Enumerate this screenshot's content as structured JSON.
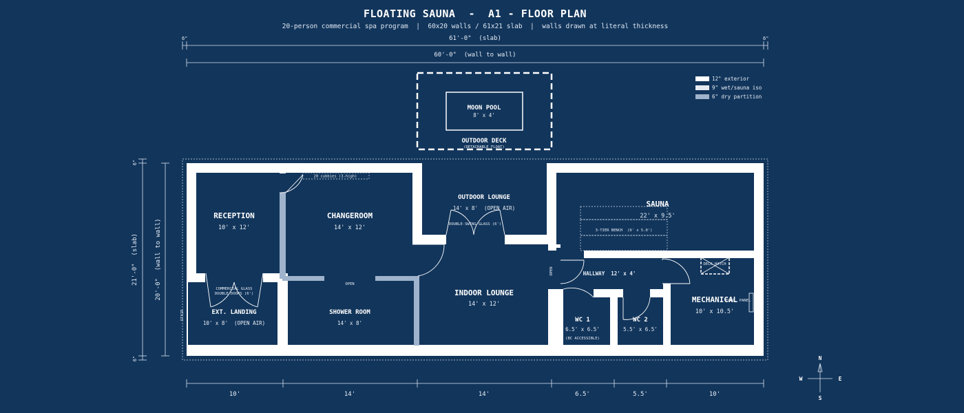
{
  "title": "FLOATING SAUNA  -  A1 - FLOOR PLAN",
  "subtitle": "20-person commercial spa program  |  60x20 walls / 61x21 slab  |  walls drawn at literal thickness",
  "dims": {
    "top_slab": "61'-0\"  (slab)",
    "top_wall": "60'-0\"  (wall to wall)",
    "offset_6": "6\"",
    "side_slab": "21'-0\"  (slab)",
    "side_wall": "20'-0\"  (wall to wall)",
    "bottom": [
      "10'",
      "14'",
      "14'",
      "6.5'",
      "5.5'",
      "10'"
    ]
  },
  "legend": [
    {
      "label": "12\" exterior",
      "color": "#ffffff"
    },
    {
      "label": "9\" wet/sauna iso",
      "color": "#e6ebf2"
    },
    {
      "label": "6\" dry partition",
      "color": "#9fb3cc"
    }
  ],
  "rooms": {
    "moon_pool": {
      "name": "MOON POOL",
      "dim": "8' x 4'"
    },
    "outdoor_deck": {
      "name": "OUTDOOR DECK",
      "note": "(DETACHABLE FLOAT)"
    },
    "reception": {
      "name": "RECEPTION",
      "dim": "10' x 12'"
    },
    "changeroom": {
      "name": "CHANGEROOM",
      "dim": "14' x 12'"
    },
    "outdoor_lounge": {
      "name": "OUTDOOR LOUNGE",
      "dim": "14' x 8'  (OPEN AIR)"
    },
    "sauna": {
      "name": "SAUNA",
      "dim": "22' x 9.5'"
    },
    "ext_landing": {
      "name": "EXT. LANDING",
      "dim": "10' x 8'  (OPEN AIR)"
    },
    "shower_room": {
      "name": "SHOWER ROOM",
      "dim": "14' x 8'"
    },
    "indoor_lounge": {
      "name": "INDOOR LOUNGE",
      "dim": "14' x 12'"
    },
    "hallway": {
      "name": "HALLWAY  12' x 4'"
    },
    "wc1": {
      "name": "WC 1",
      "dim": "6.5' x 6.5'",
      "note": "(BC ACCESSIBLE)"
    },
    "wc2": {
      "name": "WC 2",
      "dim": "5.5' x 6.5'"
    },
    "mechanical": {
      "name": "MECHANICAL",
      "dim": "10' x 10.5'"
    }
  },
  "annotations": {
    "cubbies": "20 cubbies (3-high)",
    "commercial_glass": "COMMERCIAL GLASS",
    "double_doors": "DOUBLE DOORS (6')",
    "double_swing": "DOUBLE-SWING GLASS (6')",
    "bench": "3-TIER BENCH  (9' x 5.0')",
    "open": "OPEN",
    "open_vertical": "OPEN",
    "deck_hatch": "DECK HATCH",
    "elec_panel": "ELEC. PANEL",
    "stair": "STAIR"
  },
  "compass": {
    "n": "N",
    "s": "S",
    "e": "E",
    "w": "W"
  }
}
